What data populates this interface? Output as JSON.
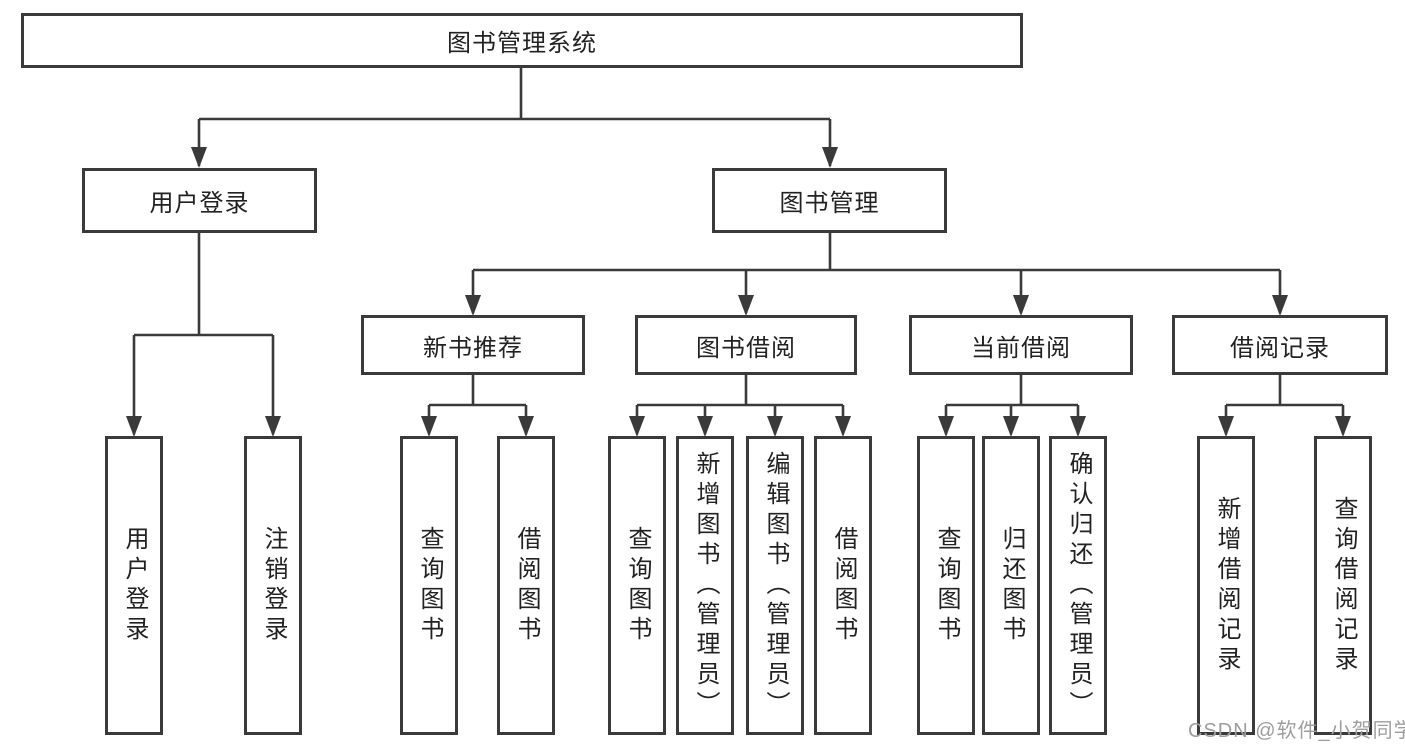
{
  "diagram_type": "hierarchy-tree",
  "colors": {
    "line": "#3A3A3A",
    "box_border": "#3A3A3A",
    "box_fill": "#FFFFFF",
    "text": "#222222",
    "watermark": "#9E9E9E",
    "background": "#FFFFFF"
  },
  "tree": {
    "label": "图书管理系统",
    "children": [
      {
        "label": "用户登录",
        "children": [
          {
            "label": "用户登录"
          },
          {
            "label": "注销登录"
          }
        ]
      },
      {
        "label": "图书管理",
        "children": [
          {
            "label": "新书推荐",
            "children": [
              {
                "label": "查询图书"
              },
              {
                "label": "借阅图书"
              }
            ]
          },
          {
            "label": "图书借阅",
            "children": [
              {
                "label": "查询图书"
              },
              {
                "label": "新增图书（管理员）"
              },
              {
                "label": "编辑图书（管理员）"
              },
              {
                "label": "借阅图书"
              }
            ]
          },
          {
            "label": "当前借阅",
            "children": [
              {
                "label": "查询图书"
              },
              {
                "label": "归还图书"
              },
              {
                "label": "确认归还（管理员）"
              }
            ]
          },
          {
            "label": "借阅记录",
            "children": [
              {
                "label": "新增借阅记录"
              },
              {
                "label": "查询借阅记录"
              }
            ]
          }
        ]
      }
    ]
  },
  "watermark": "CSDN @软件_小贺同学"
}
